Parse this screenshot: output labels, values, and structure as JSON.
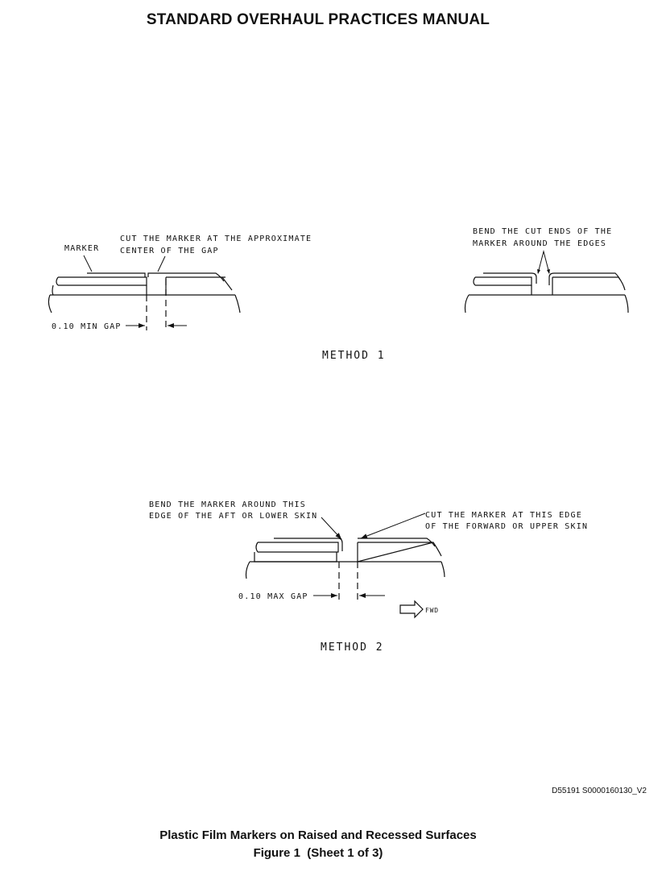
{
  "header": {
    "title": "STANDARD OVERHAUL PRACTICES MANUAL"
  },
  "method1": {
    "label": "METHOD 1",
    "left": {
      "marker_label": "MARKER",
      "cut_note": [
        "CUT THE MARKER AT THE APPROXIMATE",
        "CENTER OF THE GAP"
      ],
      "gap_label": "0.10 MIN GAP"
    },
    "right": {
      "bend_note": [
        "BEND THE CUT ENDS OF THE",
        "MARKER AROUND THE EDGES"
      ]
    }
  },
  "method2": {
    "label": "METHOD 2",
    "bend_note": [
      "BEND THE MARKER AROUND THIS",
      "EDGE OF THE AFT OR LOWER SKIN"
    ],
    "cut_note": [
      "CUT THE MARKER AT THIS EDGE",
      "OF THE FORWARD OR UPPER SKIN"
    ],
    "gap_label": "0.10 MAX GAP",
    "fwd_label": "FWD"
  },
  "footer": {
    "drawing_id": "D55191 S0000160130_V2",
    "caption_title": "Plastic Film Markers on Raised and Recessed Surfaces",
    "caption_figure": "Figure 1  (Sheet 1 of 3)"
  }
}
